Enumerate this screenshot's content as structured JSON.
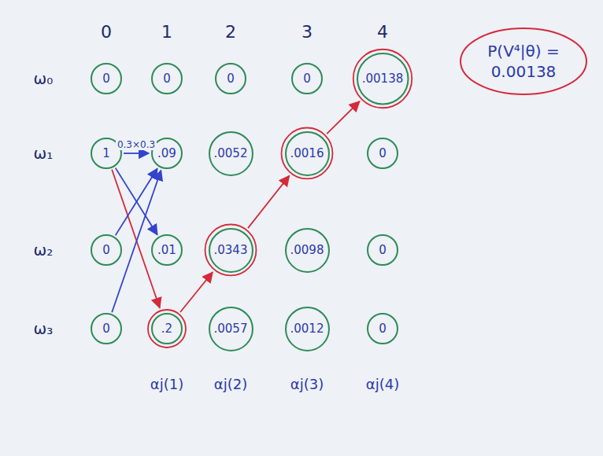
{
  "diagram": {
    "nodes": [
      {
        "text": [
          "0"
        ]
      },
      {
        "text": [
          "0"
        ]
      },
      {
        "text": [
          "0"
        ]
      },
      {
        "text": [
          "0"
        ]
      },
      {
        "text": [
          ".00138"
        ]
      },
      {
        "text": [
          "1"
        ]
      },
      {
        "text": [
          ".09"
        ]
      },
      {
        "text": [
          ".0052"
        ]
      },
      {
        "text": [
          ".0016"
        ]
      },
      {
        "text": [
          "0"
        ]
      },
      {
        "text": [
          "0"
        ]
      },
      {
        "text": [
          ".01"
        ]
      },
      {
        "text": [
          ".0343"
        ]
      },
      {
        "text": [
          ".0098"
        ]
      },
      {
        "text": [
          "0"
        ]
      },
      {
        "text": [
          "0"
        ]
      },
      {
        "text": [
          ".2"
        ]
      },
      {
        "text": [
          ".0057"
        ]
      },
      {
        "text": [
          ".0012"
        ]
      },
      {
        "text": [
          "0"
        ]
      },
      {
        "text": [
          "P(V⁴|θ) = 0.00138"
        ]
      }
    ],
    "edges": [
      {
        "from": 5,
        "to": 6,
        "arrow": "to",
        "label": "0.3×0.3"
      },
      {
        "from": 5,
        "to": 11,
        "arrow": "to"
      },
      {
        "from": 5,
        "to": 16,
        "arrow": "to"
      },
      {
        "from": 10,
        "to": 6,
        "arrow": "to"
      },
      {
        "from": 15,
        "to": 6,
        "arrow": "to"
      },
      {
        "from": 16,
        "to": 12,
        "arrow": "to"
      },
      {
        "from": 12,
        "to": 8,
        "arrow": "to"
      },
      {
        "from": 8,
        "to": 4,
        "arrow": "to"
      }
    ],
    "labels": [
      "0",
      "1",
      "2",
      "3",
      "4",
      "ω₀",
      "ω₁",
      "ω₂",
      "ω₃",
      "αj(1)",
      "αj(2)",
      "αj(3)",
      "αj(4)"
    ]
  }
}
